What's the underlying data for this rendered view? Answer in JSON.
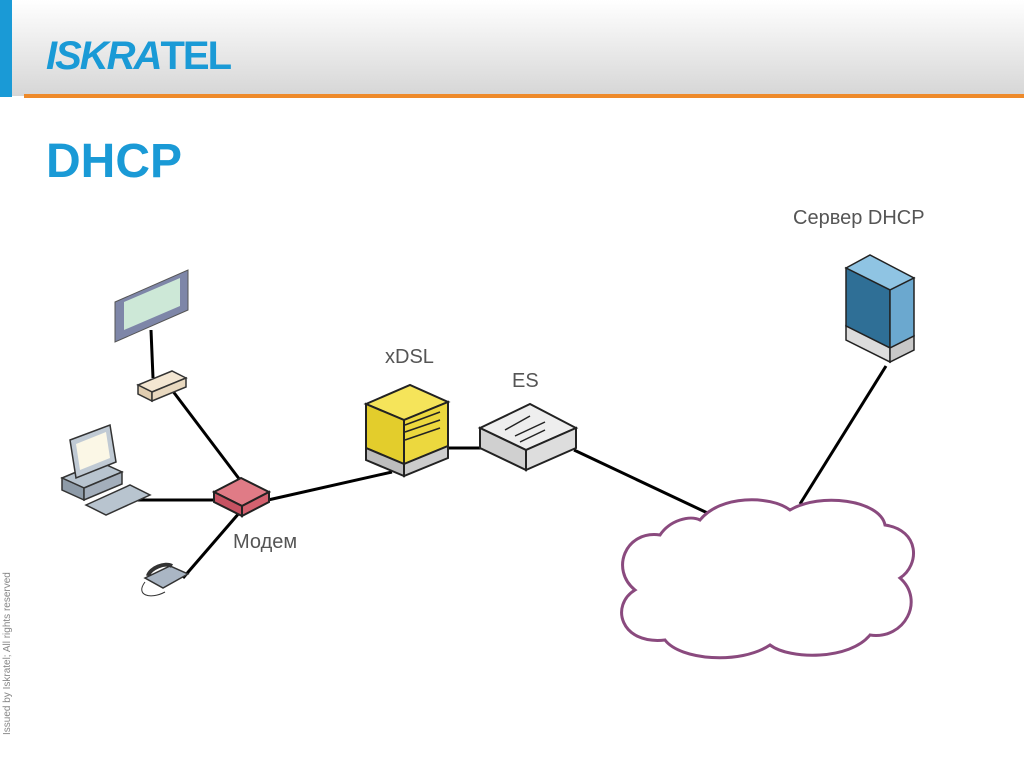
{
  "header": {
    "logo_part1": "ISKRA",
    "logo_part2": "TEL"
  },
  "slide": {
    "title": "DHCP"
  },
  "labels": {
    "server": "Сервер DHCP",
    "xdsl": "xDSL",
    "es": "ES",
    "modem": "Модем"
  },
  "footer": {
    "text": "Issued by Iskratel; All rights reserved"
  },
  "colors": {
    "accent": "#1a9ad6",
    "orange": "#ee8a2a",
    "cloud": "#8a4a7e"
  }
}
